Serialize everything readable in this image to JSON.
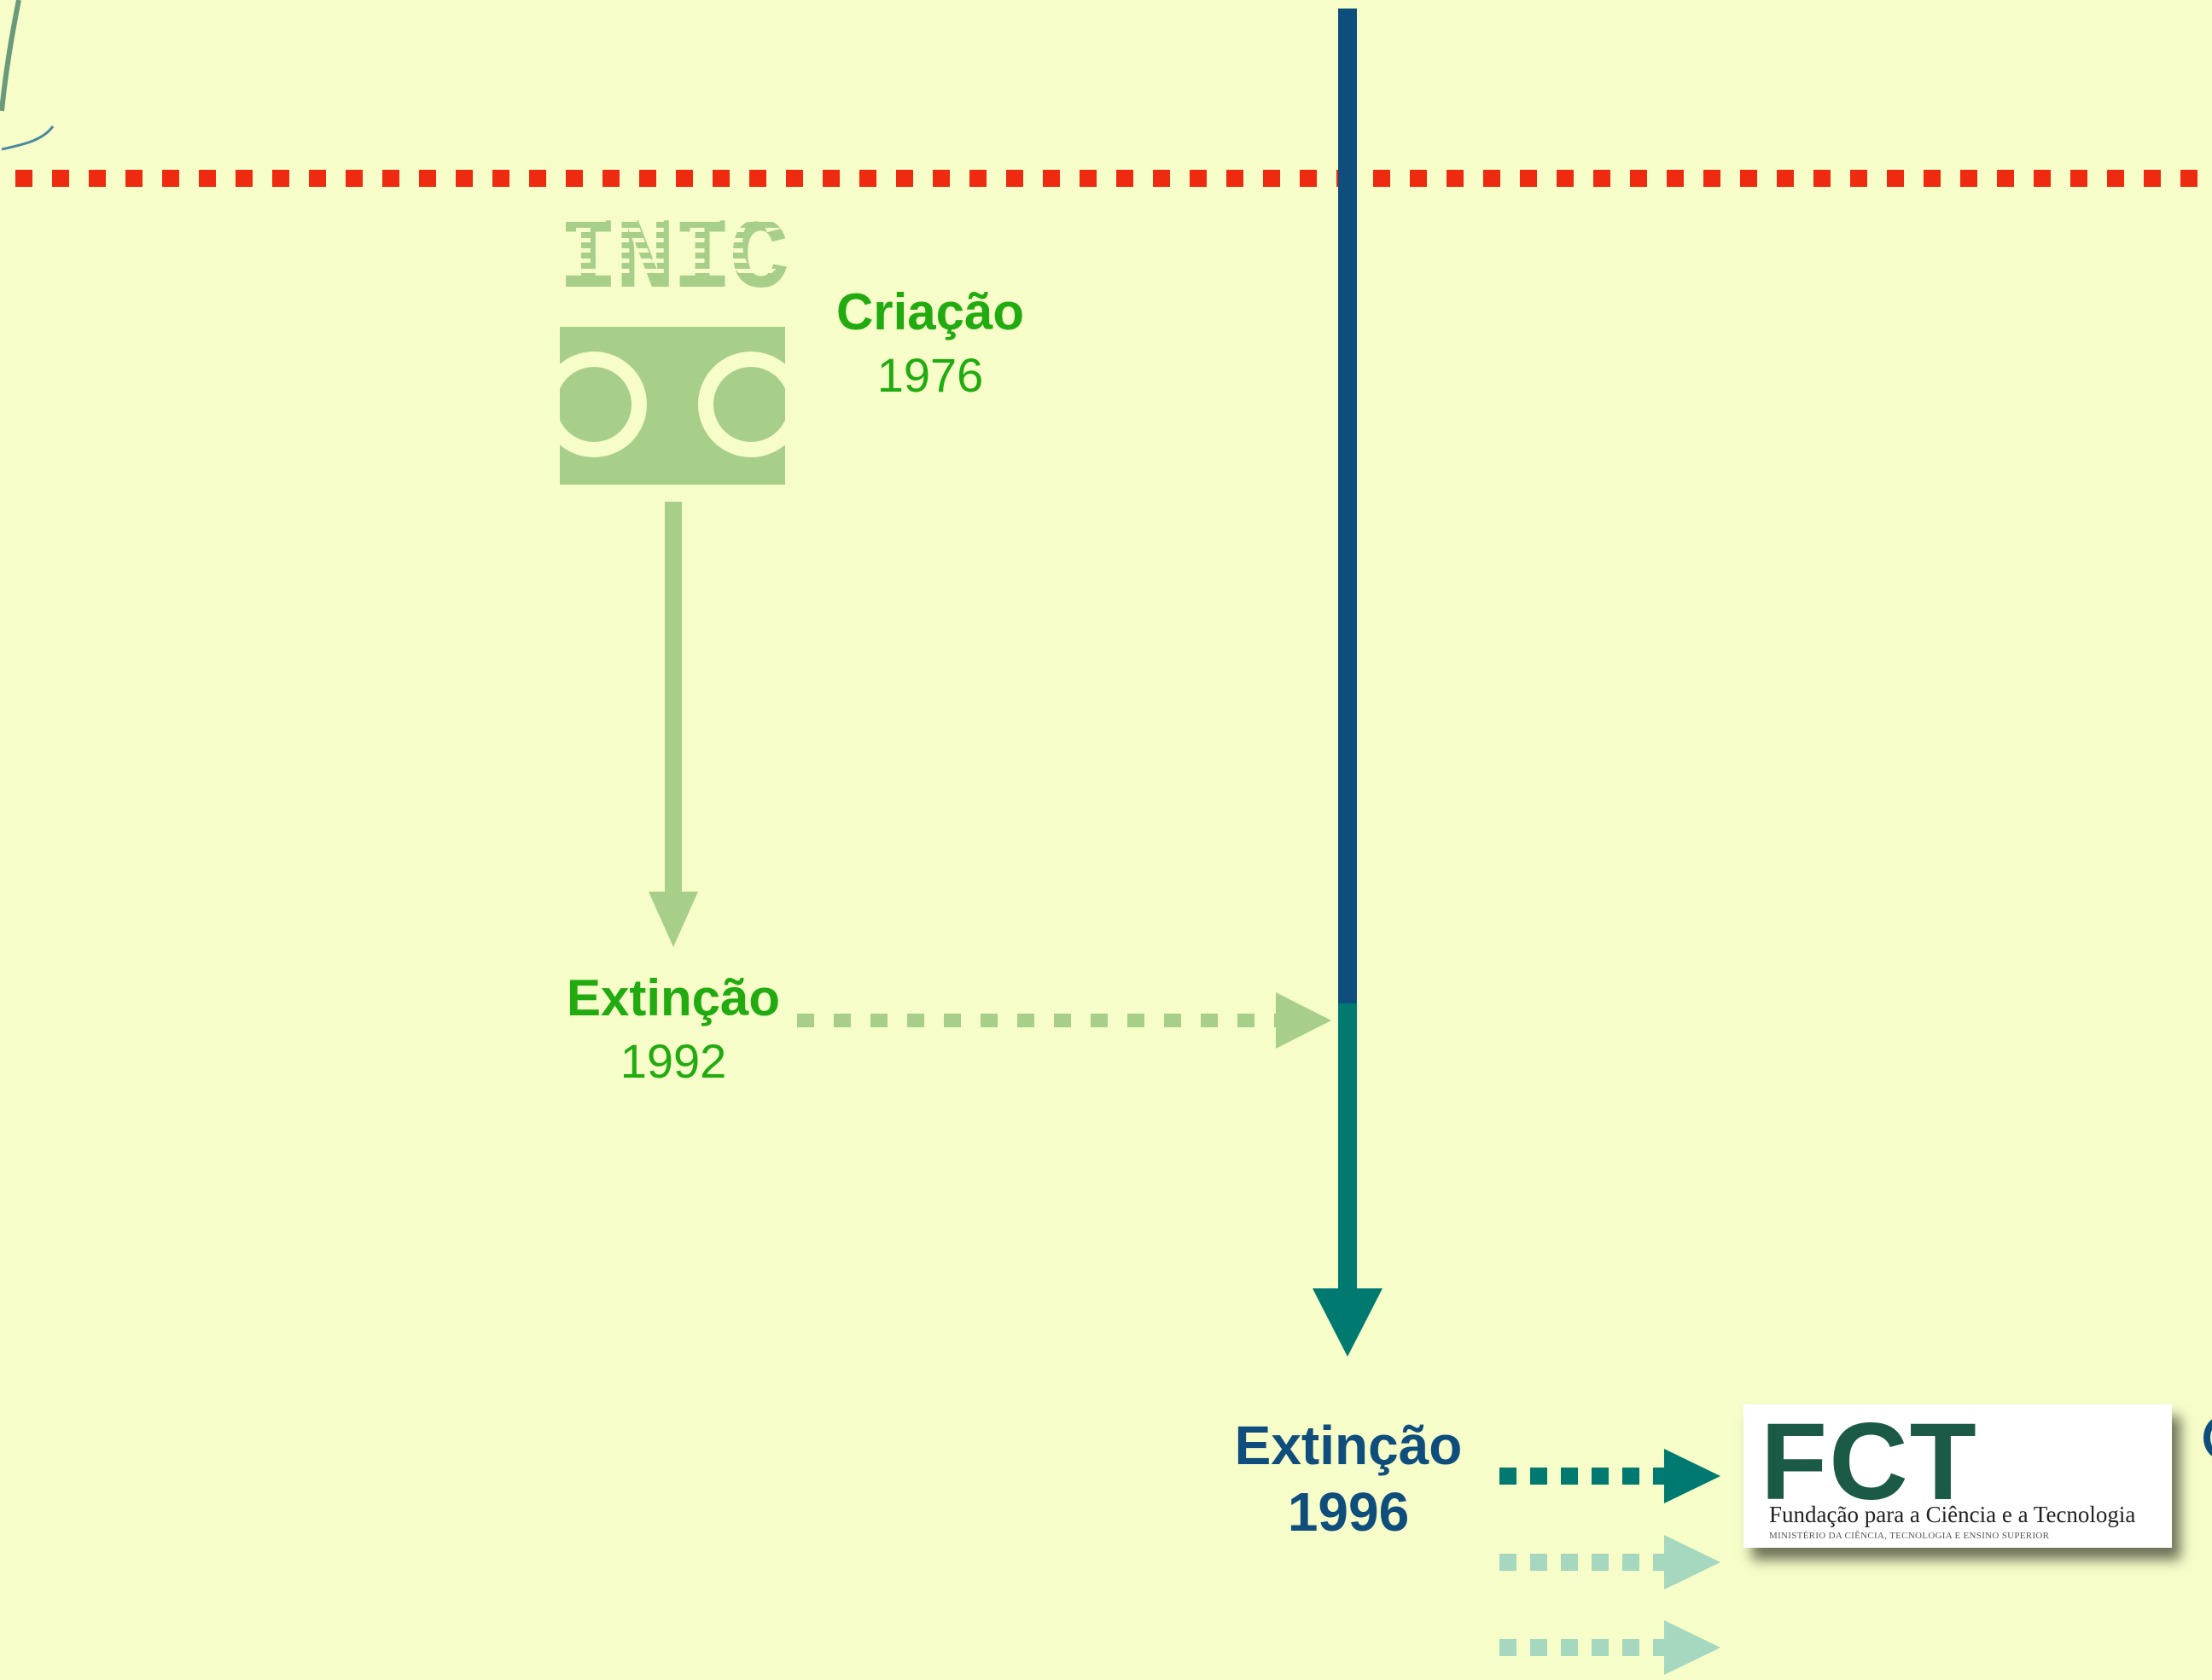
{
  "colors": {
    "background": "#f6fdc8",
    "timeline_red": "#ee2b10",
    "blue": "#0f4e7c",
    "teal": "#007a70",
    "light_green": "#a8cf8a",
    "green_text": "#22aa11",
    "pale_teal": "#a6d8c0"
  },
  "inic": {
    "logo_text": "INIC",
    "creation_title": "Criação",
    "creation_year": "1976",
    "extinction_title": "Extinção",
    "extinction_year": "1992"
  },
  "main": {
    "extinction_title": "Extinção",
    "extinction_year": "1996"
  },
  "fct": {
    "logo_mark": "FCT",
    "name": "Fundação para a Ciência e a Tecnologia",
    "ministry": "MINISTÉRIO DA CIÊNCIA, TECNOLOGIA E ENSINO SUPERIOR"
  }
}
